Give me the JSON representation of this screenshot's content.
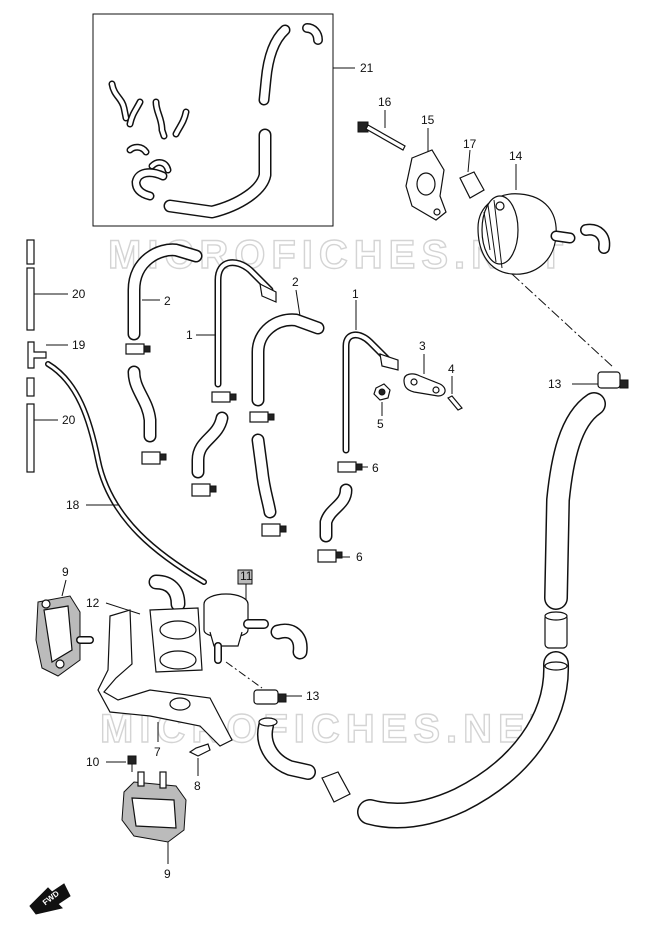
{
  "watermark": "MICROFICHES.NET",
  "fwd_label": "FWD",
  "callouts": [
    {
      "id": "c21",
      "text": "21"
    },
    {
      "id": "c16",
      "text": "16"
    },
    {
      "id": "c15",
      "text": "15"
    },
    {
      "id": "c17",
      "text": "17"
    },
    {
      "id": "c14",
      "text": "14"
    },
    {
      "id": "c20a",
      "text": "20"
    },
    {
      "id": "c19",
      "text": "19"
    },
    {
      "id": "c20b",
      "text": "20"
    },
    {
      "id": "c18",
      "text": "18"
    },
    {
      "id": "c2a",
      "text": "2"
    },
    {
      "id": "c1a",
      "text": "1"
    },
    {
      "id": "c2b",
      "text": "2"
    },
    {
      "id": "c1b",
      "text": "1"
    },
    {
      "id": "c3",
      "text": "3"
    },
    {
      "id": "c4",
      "text": "4"
    },
    {
      "id": "c5",
      "text": "5"
    },
    {
      "id": "c6a",
      "text": "6"
    },
    {
      "id": "c6b",
      "text": "6"
    },
    {
      "id": "c13a",
      "text": "13"
    },
    {
      "id": "c11",
      "text": "11"
    },
    {
      "id": "c12",
      "text": "12"
    },
    {
      "id": "c9a",
      "text": "9"
    },
    {
      "id": "c13b",
      "text": "13"
    },
    {
      "id": "c7",
      "text": "7"
    },
    {
      "id": "c8",
      "text": "8"
    },
    {
      "id": "c10",
      "text": "10"
    },
    {
      "id": "c9b",
      "text": "9"
    }
  ]
}
